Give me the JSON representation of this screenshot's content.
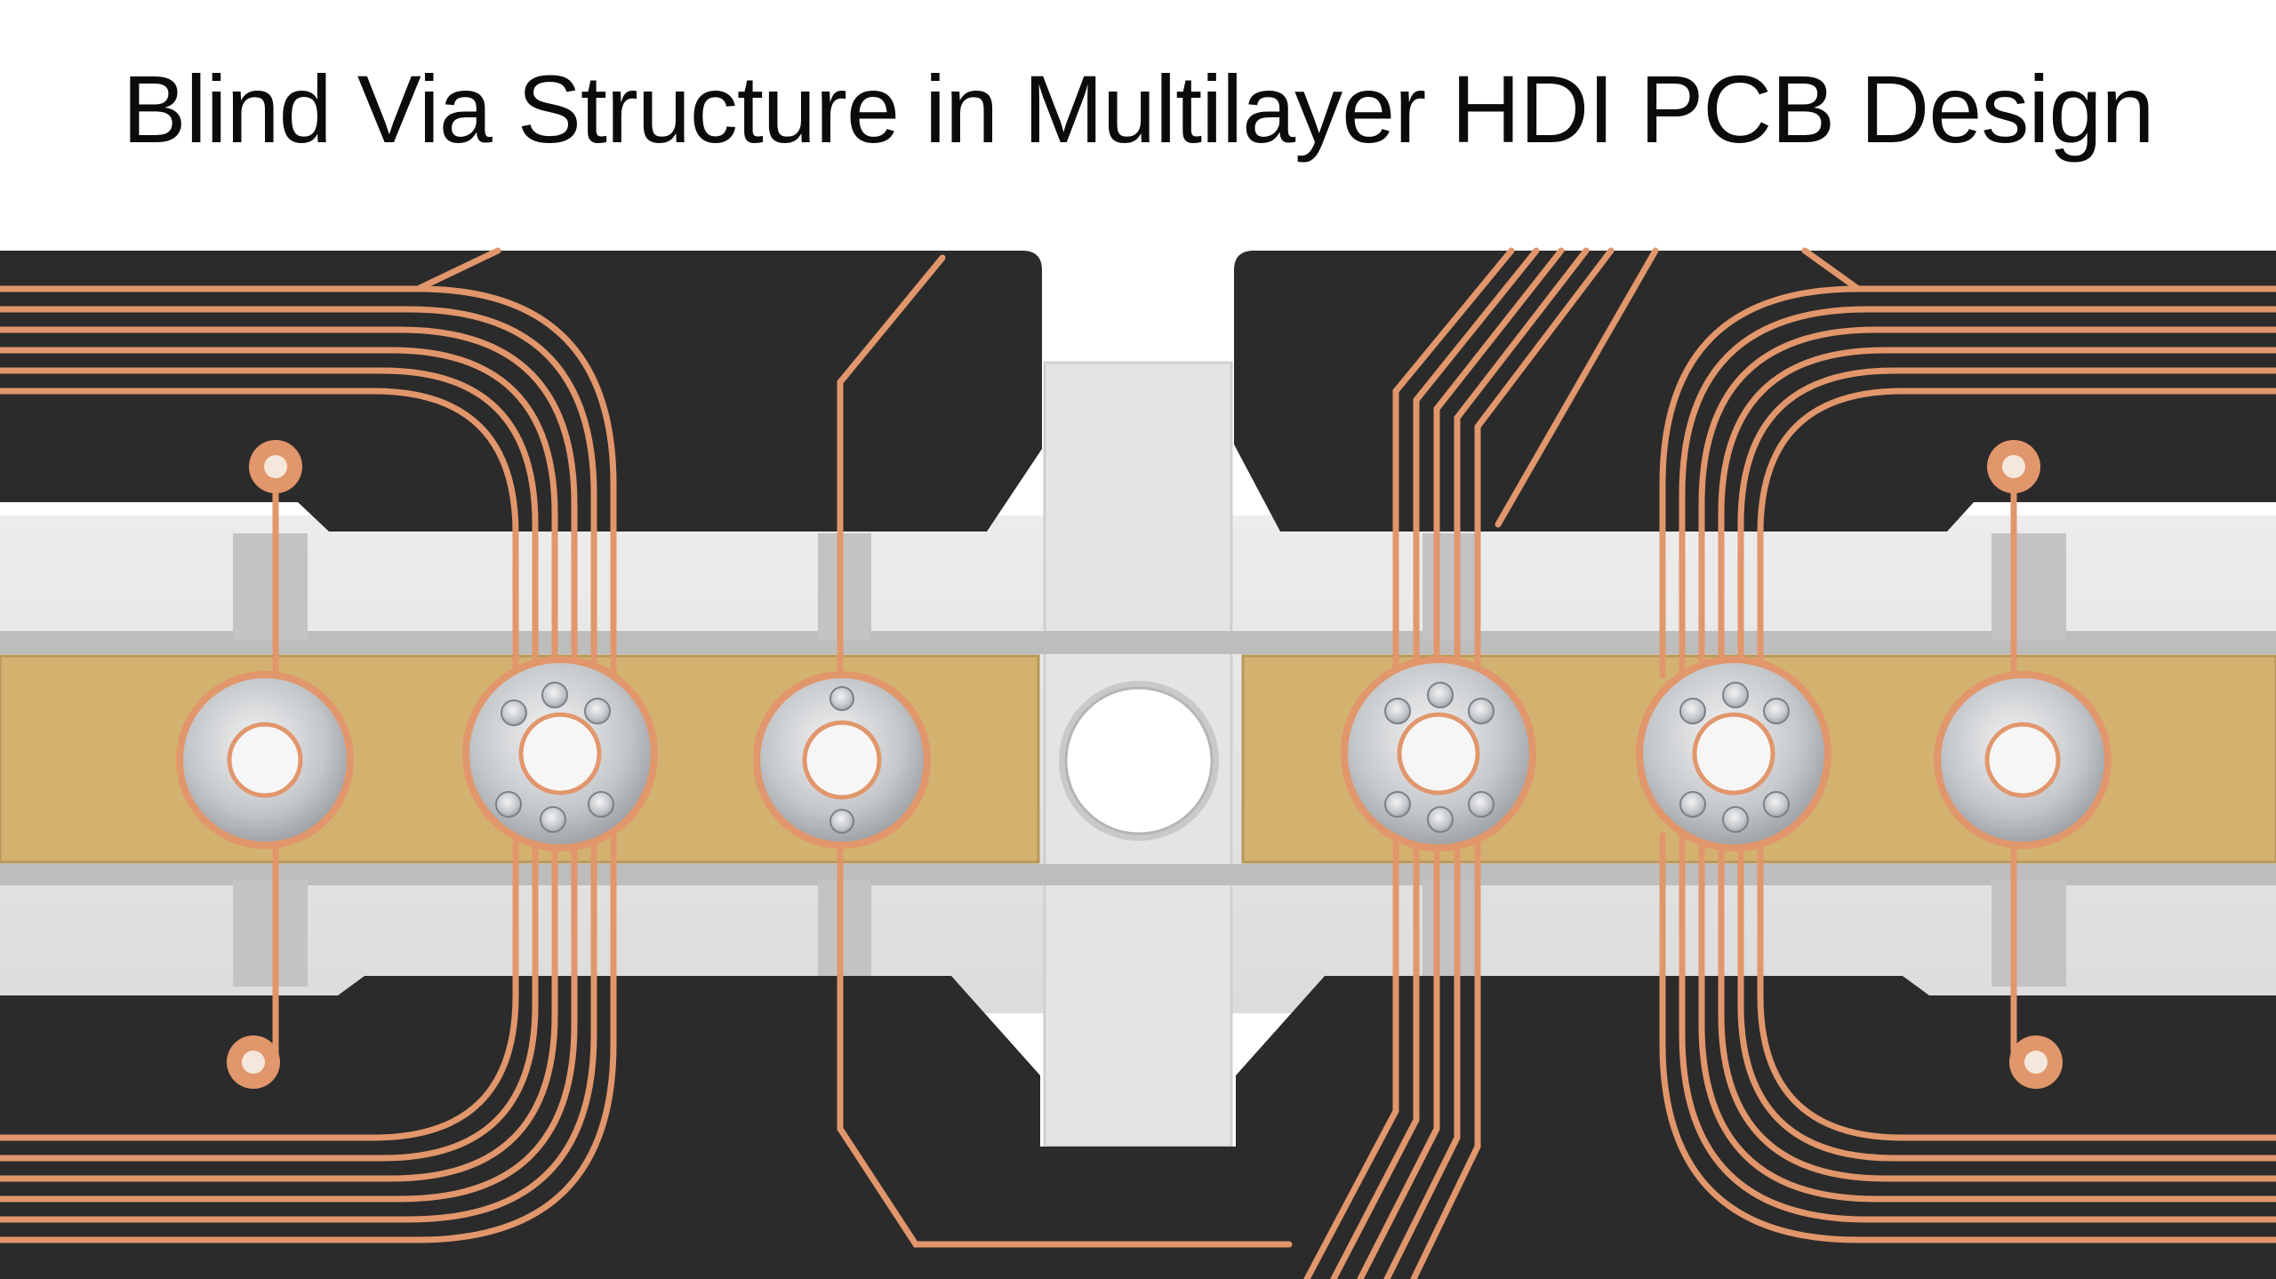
{
  "title": "Blind Via Structure in Multilayer HDI PCB Design",
  "colors": {
    "background": "#ffffff",
    "solder_mask": "#2a2a2a",
    "core_layer": "#e7e7e7",
    "prepreg_layer": "#d2b06e",
    "copper_trace": "#e0956a",
    "plating_silver": "#c9ccd0"
  },
  "vias": [
    {
      "kind": "single-trace"
    },
    {
      "kind": "multi-trace"
    },
    {
      "kind": "single-trace"
    },
    {
      "kind": "through-hole"
    },
    {
      "kind": "multi-trace"
    },
    {
      "kind": "multi-trace"
    },
    {
      "kind": "single-trace"
    }
  ]
}
